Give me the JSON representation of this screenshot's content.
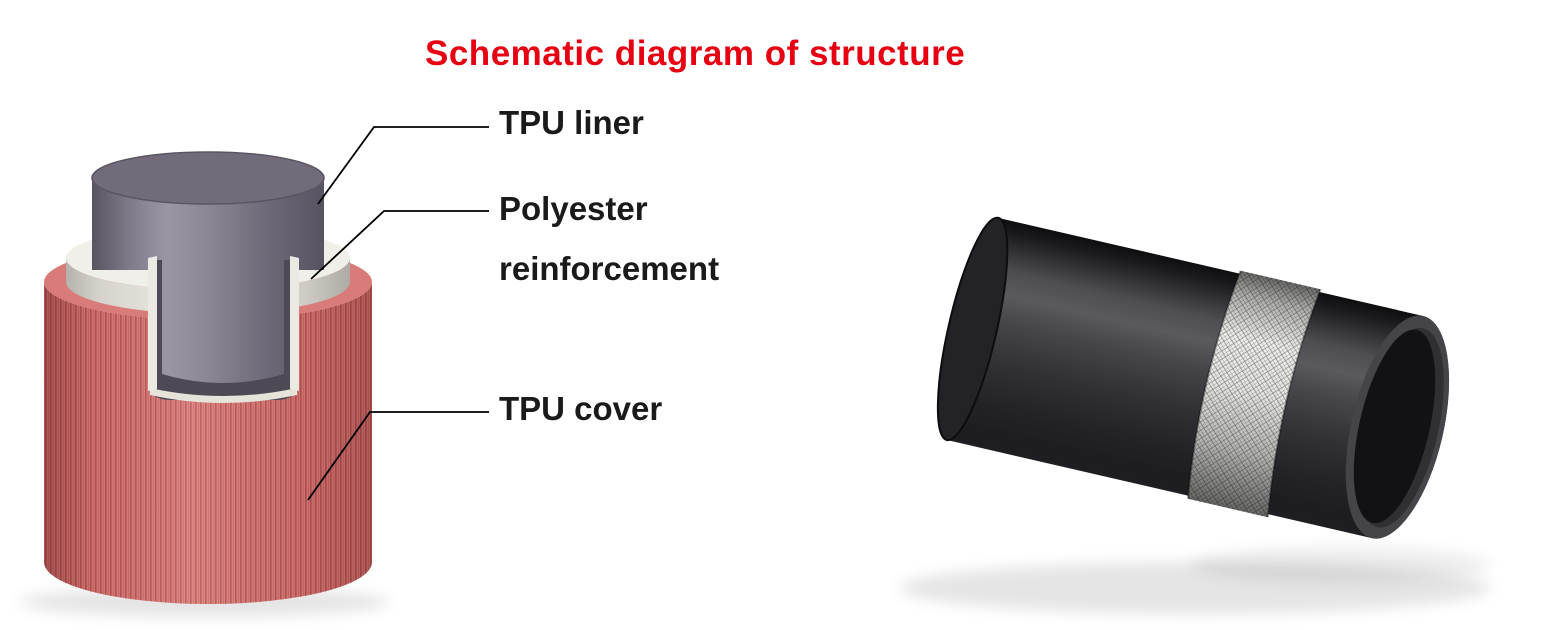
{
  "title": {
    "text": "Schematic diagram of structure"
  },
  "labels": {
    "tpu_liner": "TPU liner",
    "polyester_line1": "Polyester",
    "polyester_line2": "reinforcement",
    "tpu_cover": "TPU cover"
  },
  "colors": {
    "title_red": "#e60012",
    "label_black": "#1a1a1a",
    "cover_red": "#dd7a78",
    "liner_gray": "#8a8492",
    "reinforcement_white": "#efece7",
    "hose_black": "#2c2c30",
    "mesh_white": "#f3f3f1"
  },
  "figures": {
    "left_diagram": "hose-structure-cutaway",
    "right_image": "hose-product-render"
  }
}
